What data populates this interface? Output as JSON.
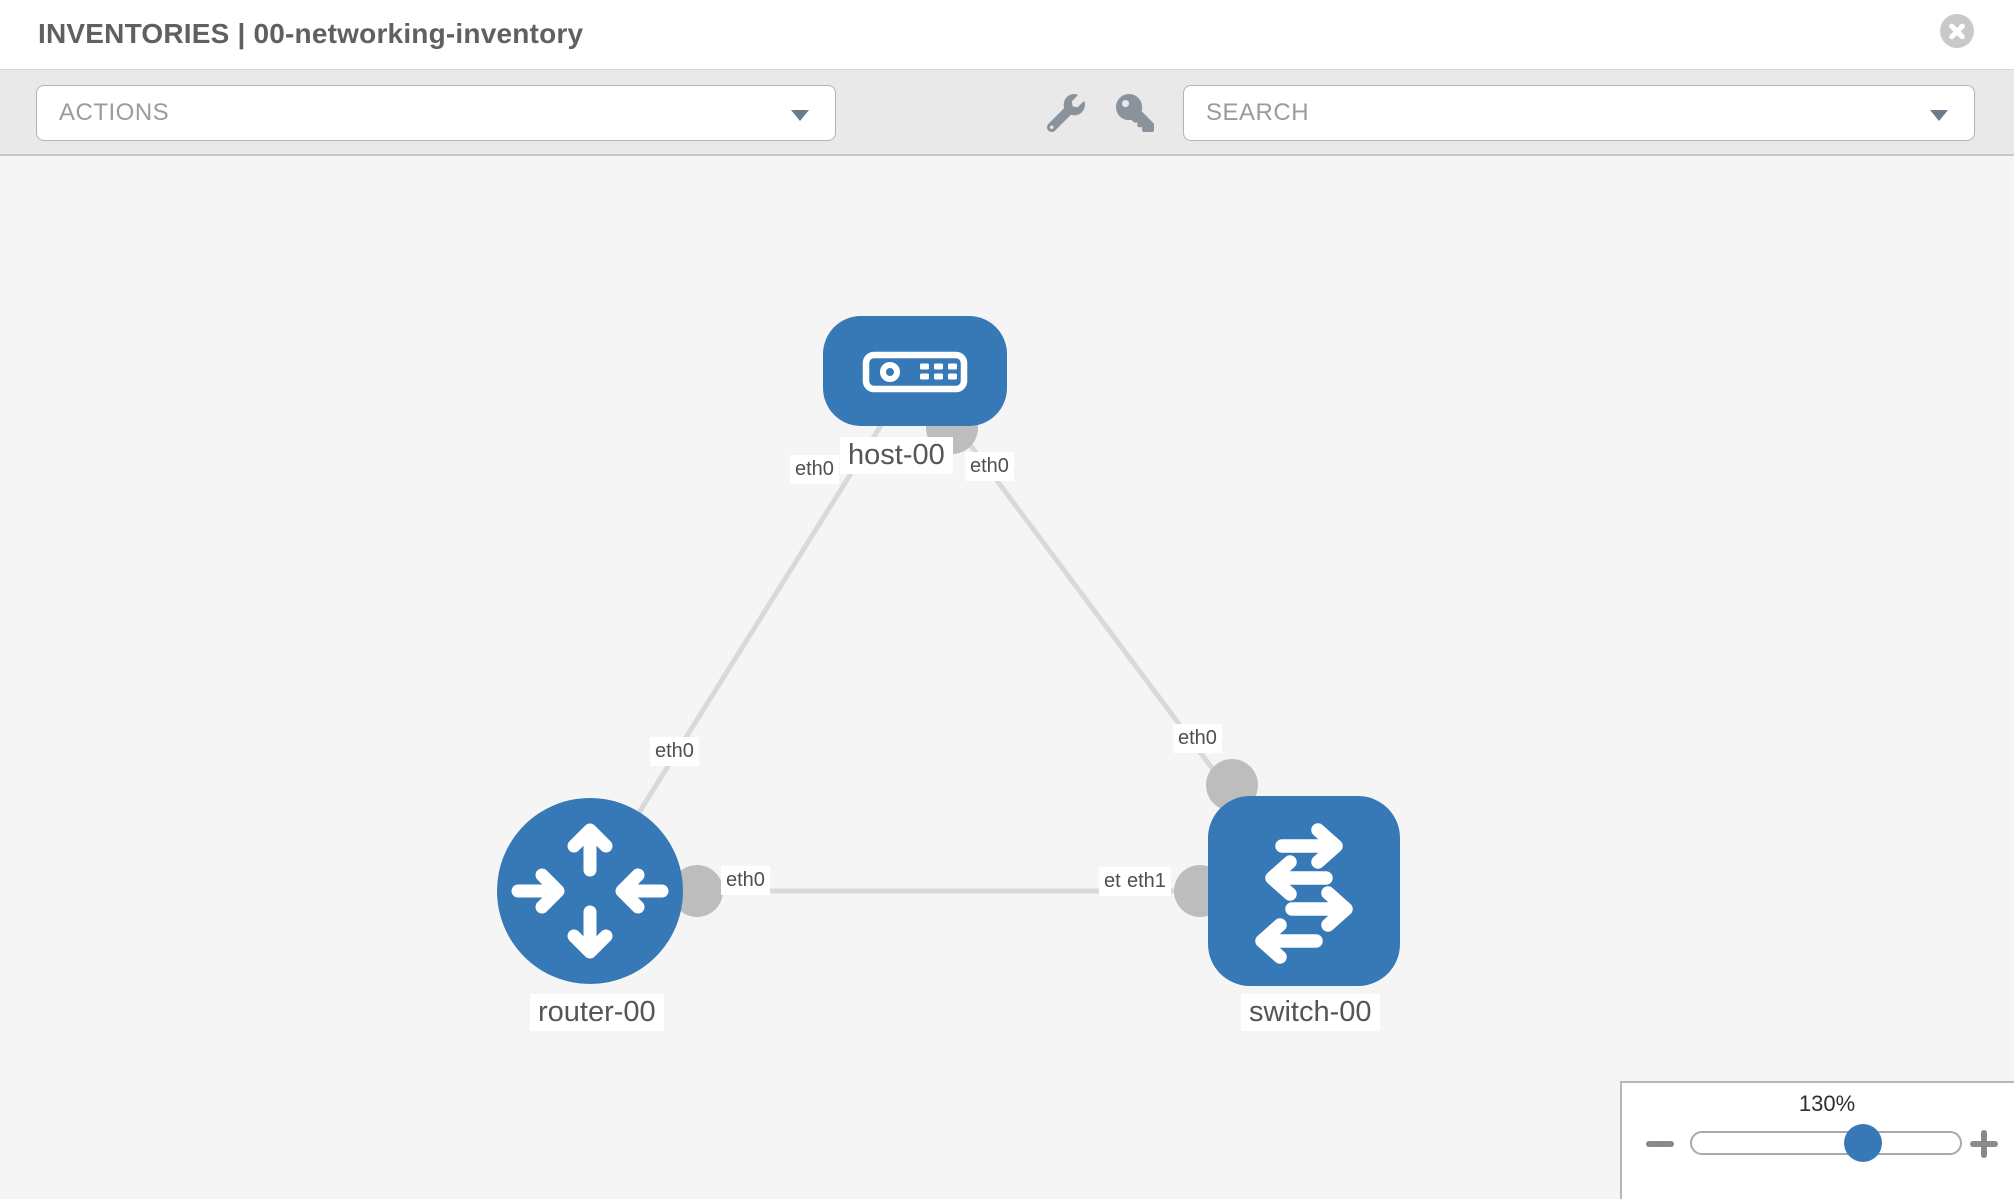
{
  "header": {
    "title": "INVENTORIES | 00-networking-inventory"
  },
  "toolbar": {
    "actions_label": "ACTIONS",
    "search_label": "SEARCH"
  },
  "icons": {
    "close": "circle-x",
    "wrench": "wrench",
    "key": "key",
    "actions_caret": "chevron-down",
    "search_caret": "chevron-down",
    "zoom_out": "minus",
    "zoom_in": "plus",
    "host": "server-panel",
    "router": "router-arrows",
    "switch": "switch-arrows"
  },
  "colors": {
    "node_blue": "#3779b7",
    "link_gray": "#d9d9d9",
    "connector_gray": "#bdbdbd",
    "canvas_bg": "#f5f5f5",
    "toolbar_bg": "#e9e9e9",
    "slider_thumb_blue": "#3779b7"
  },
  "topology": {
    "nodes": [
      {
        "label": "host-00",
        "type": "host"
      },
      {
        "label": "router-00",
        "type": "router"
      },
      {
        "label": "switch-00",
        "type": "switch"
      }
    ],
    "links": [
      {
        "from": "host-00",
        "to": "router-00",
        "from_if": "eth0",
        "to_if": "eth0"
      },
      {
        "from": "host-00",
        "to": "switch-00",
        "from_if": "eth0",
        "to_if": "eth0"
      },
      {
        "from": "router-00",
        "to": "switch-00",
        "from_if": "eth0",
        "to_if": "eth1"
      }
    ]
  },
  "zoom_control": {
    "percent_label": "130%",
    "value": 130
  }
}
